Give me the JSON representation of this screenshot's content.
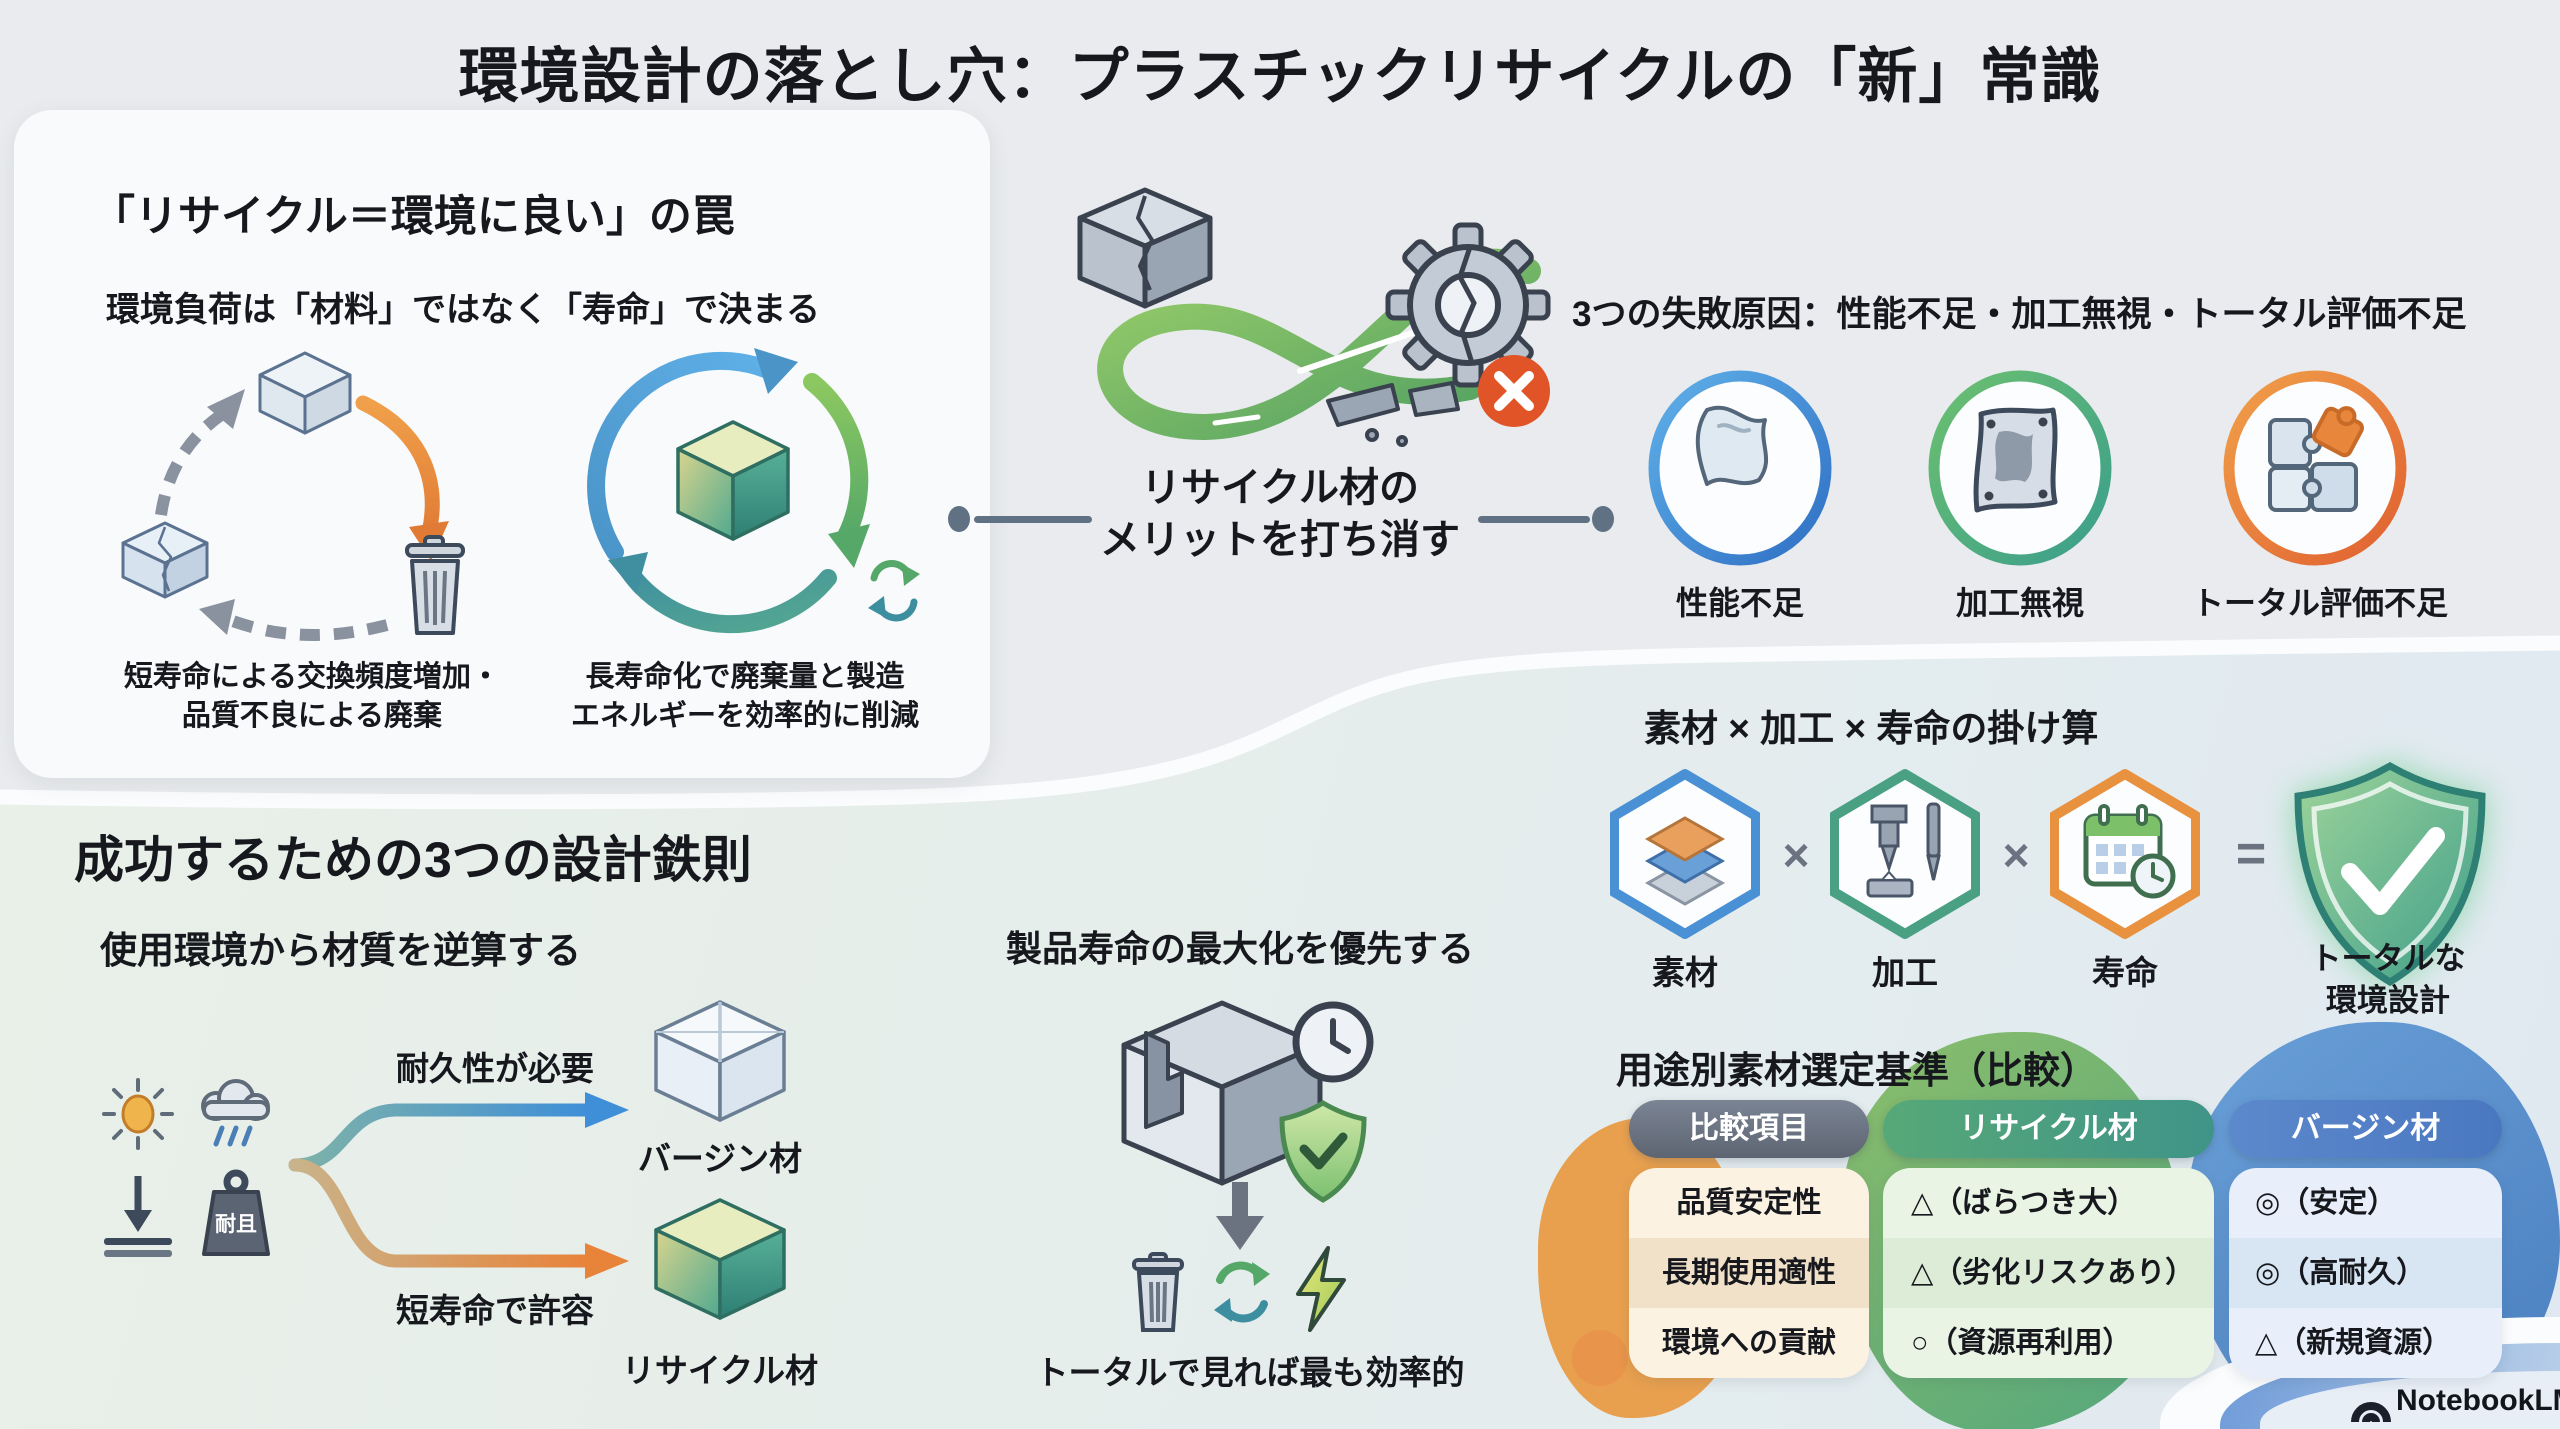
{
  "title": "環境設計の落とし穴：プラスチックリサイクルの「新」常識",
  "section_trap": {
    "heading": "「リサイクル＝環境に良い」の罠",
    "subheading": "環境負荷は「材料」ではなく「寿命」で決まる",
    "short_life_caption": "短寿命による交換頻度増加・\n品質不良による廃棄",
    "long_life_caption": "長寿命化で廃棄量と製造\nエネルギーを効率的に削減"
  },
  "center_callout": {
    "text": "リサイクル材の\nメリットを打ち消す"
  },
  "failures": {
    "heading": "3つの失敗原因：性能不足・加工無視・トータル評価不足",
    "items": [
      {
        "label": "性能不足",
        "icon": "warped-sheet-icon",
        "ring_color": "#3f8fd8"
      },
      {
        "label": "加工無視",
        "icon": "molded-plate-icon",
        "ring_color": "#4caf7d"
      },
      {
        "label": "トータル評価不足",
        "icon": "puzzle-mismatch-icon",
        "ring_color": "#e8833a"
      }
    ]
  },
  "principles": {
    "heading": "成功するための3つの設計鉄則",
    "rule1": {
      "subheading": "使用環境から材質を逆算する",
      "weight_label": "耐且",
      "branch_top_label": "耐久性が必要",
      "branch_top_result": "バージン材",
      "branch_bottom_label": "短寿命で許容",
      "branch_bottom_result": "リサイクル材"
    },
    "rule2": {
      "subheading": "製品寿命の最大化を優先する",
      "caption": "トータルで見れば最も効率的"
    }
  },
  "multiply": {
    "heading": "素材 × 加工 × 寿命の掛け算",
    "factors": [
      {
        "label": "素材",
        "icon": "layers-icon",
        "ring_color": "#4a90d4"
      },
      {
        "label": "加工",
        "icon": "machining-icon",
        "ring_color": "#4aa082"
      },
      {
        "label": "寿命",
        "icon": "calendar-clock-icon",
        "ring_color": "#e8913f"
      }
    ],
    "operator_multiply": "×",
    "operator_equals": "=",
    "result_label": "トータルな\n環境設計",
    "result_icon": "shield-check-icon"
  },
  "comparison": {
    "heading": "用途別素材選定基準（比較）",
    "columns": [
      "比較項目",
      "リサイクル材",
      "バージン材"
    ],
    "rows": [
      {
        "item": "品質安定性",
        "recycled": "△（ばらつき大）",
        "virgin": "◎（安定）"
      },
      {
        "item": "長期使用適性",
        "recycled": "△（劣化リスクあり）",
        "virgin": "◎（高耐久）"
      },
      {
        "item": "環境への貢献",
        "recycled": "○（資源再利用）",
        "virgin": "△（新規資源）"
      }
    ]
  },
  "footer": {
    "brand": "NotebookLM"
  },
  "palette": {
    "top_bg": "#e9ebee",
    "bottom_bg": "#e6eeea",
    "card_bg": "#f8fafc",
    "blue": "#3f8fd8",
    "green": "#55a868",
    "teal": "#3f9488",
    "orange": "#e8833a",
    "error_red": "#e05428",
    "gray_pill": "#5d6572"
  }
}
